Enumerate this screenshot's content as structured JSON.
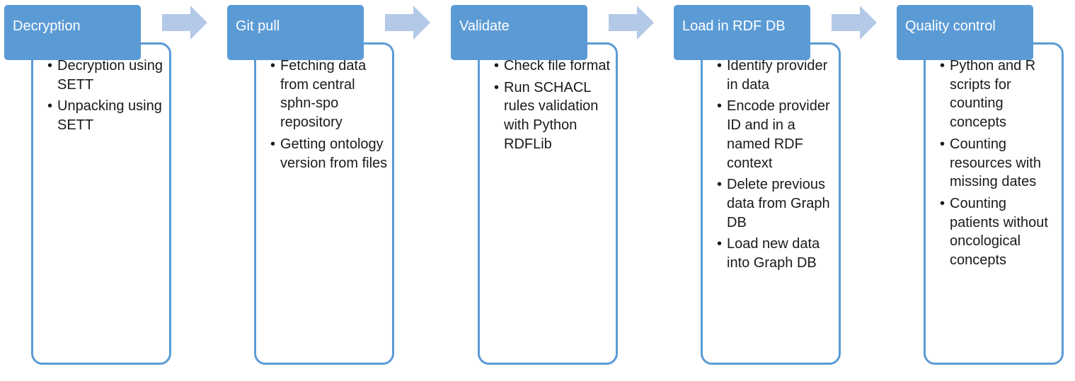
{
  "colors": {
    "header_fill": "#5b9bd5",
    "box_border": "#5b9bd5",
    "arrow_fill": "#b4c9e8",
    "header_text": "#ffffff",
    "body_text": "#1a1a1a"
  },
  "stages": [
    {
      "title": "Decryption",
      "items": [
        "Decryption using SETT",
        "Unpacking using SETT"
      ]
    },
    {
      "title": "Git pull",
      "items": [
        "Fetching data from central sphn-spo repository",
        "Getting ontology version from files"
      ]
    },
    {
      "title": "Validate",
      "items": [
        "Check file format",
        "Run SCHACL rules validation with Python RDFLib"
      ]
    },
    {
      "title": "Load in RDF DB",
      "items": [
        "Identify provider in data",
        "Encode provider ID and in a named RDF context",
        "Delete previous data from Graph DB",
        "Load new data into Graph DB"
      ]
    },
    {
      "title": "Quality control",
      "items": [
        "Python and R scripts for counting concepts",
        "Counting resources with missing dates",
        "Counting patients without oncological concepts"
      ]
    }
  ],
  "arrows": [
    {
      "icon": "right-arrow-icon",
      "from": "Decryption",
      "to": "Git pull"
    },
    {
      "icon": "right-arrow-icon",
      "from": "Git pull",
      "to": "Validate"
    },
    {
      "icon": "right-arrow-icon",
      "from": "Validate",
      "to": "Load in RDF DB"
    },
    {
      "icon": "right-arrow-icon",
      "from": "Load in RDF DB",
      "to": "Quality control"
    }
  ]
}
